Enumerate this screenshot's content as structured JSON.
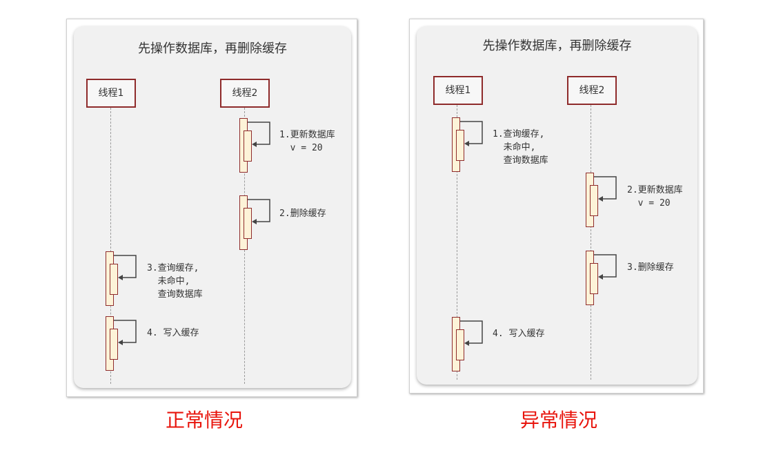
{
  "diagrams": [
    {
      "title": "先操作数据库，再删除缓存",
      "participants": [
        "线程1",
        "线程2"
      ],
      "steps": [
        {
          "participant": 1,
          "text": "1.更新数据库\n  v = 20"
        },
        {
          "participant": 1,
          "text": "2.删除缓存"
        },
        {
          "participant": 0,
          "text": "3.查询缓存,\n  未命中,\n  查询数据库"
        },
        {
          "participant": 0,
          "text": "4. 写入缓存"
        }
      ],
      "caption": "正常情况"
    },
    {
      "title": "先操作数据库，再删除缓存",
      "participants": [
        "线程1",
        "线程2"
      ],
      "steps": [
        {
          "participant": 0,
          "text": "1.查询缓存,\n  未命中,\n  查询数据库"
        },
        {
          "participant": 1,
          "text": "2.更新数据库\n  v = 20"
        },
        {
          "participant": 1,
          "text": "3.删除缓存"
        },
        {
          "participant": 0,
          "text": "4. 写入缓存"
        }
      ],
      "caption": "异常情况"
    }
  ],
  "colors": {
    "caption": "#e8140c",
    "participant_border": "#8e2a2a",
    "activation_fill": "#fdf3d8"
  }
}
